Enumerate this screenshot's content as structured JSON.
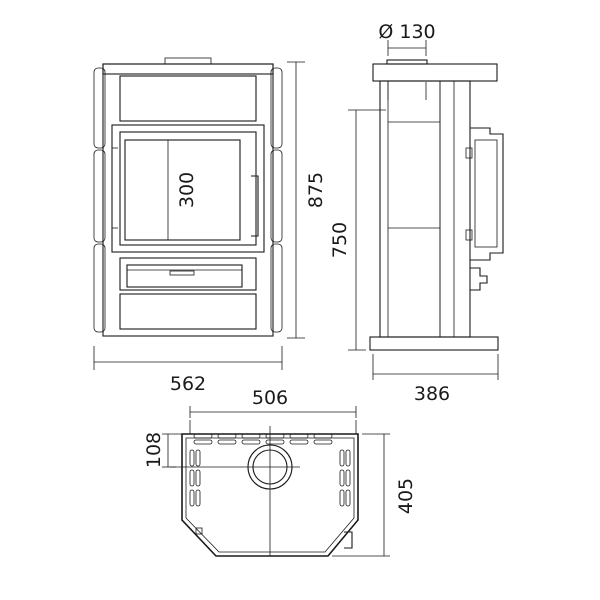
{
  "diagram": {
    "front_view": {
      "overall_height": "875",
      "overall_width": "562",
      "door_opening_height": "300"
    },
    "side_view": {
      "flue_diameter": "Ø 130",
      "flue_height": "750",
      "depth": "386"
    },
    "top_view": {
      "back_width": "506",
      "flue_offset": "108",
      "total_depth": "405"
    }
  }
}
